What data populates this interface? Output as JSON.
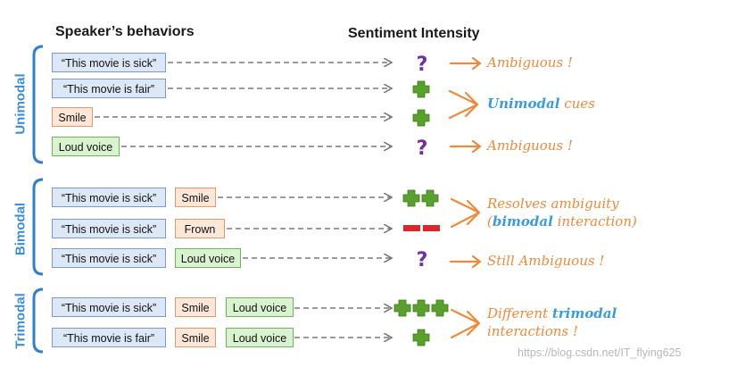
{
  "headers": {
    "behaviors": "Speaker’s behaviors",
    "intensity": "Sentiment Intensity"
  },
  "groups": {
    "unimodal": "Unimodal",
    "bimodal": "Bimodal",
    "trimodal": "Trimodal"
  },
  "boxes": {
    "sick": "“This movie is sick”",
    "fair": "“This movie is fair”",
    "smile": "Smile",
    "frown": "Frown",
    "loud": "Loud voice"
  },
  "results": {
    "ambiguous": "Ambiguous !",
    "unimodal_word": "Unimodal",
    "cues": " cues",
    "resolves": "Resolves ambiguity",
    "paren_open": "(",
    "bimodal_word": "bimodal",
    "interaction_close": " interaction)",
    "still": "Still Ambiguous !",
    "different": "Different ",
    "trimodal_word": "trimodal",
    "interactions": "interactions !"
  },
  "watermark": "https://blog.csdn.net/IT_flying625",
  "colors": {
    "accent_blue": "#3a90d6",
    "result_orange": "#f08a3a",
    "plus_green": "#5aa02c",
    "minus_red": "#e0242c",
    "question_purple": "#7030a0"
  }
}
